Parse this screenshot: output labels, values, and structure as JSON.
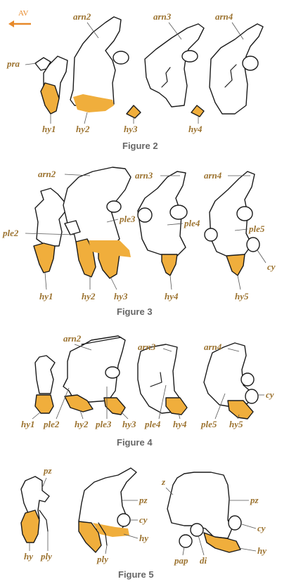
{
  "direction_label": "AV",
  "accent_color": "#f0ae3c",
  "label_color": "#9c7330",
  "figures": [
    {
      "caption": "Figure 2",
      "labels": {
        "pra": "pra",
        "arn2": "arn2",
        "arn3": "arn3",
        "arn4": "arn4",
        "hy1": "hy1",
        "hy2": "hy2",
        "hy3": "hy3",
        "hy4": "hy4"
      }
    },
    {
      "caption": "Figure 3",
      "labels": {
        "arn2": "arn2",
        "arn3": "arn3",
        "arn4": "arn4",
        "ple2": "ple2",
        "ple3": "ple3",
        "ple4": "ple4",
        "ple5": "ple5",
        "cy": "cy",
        "hy1": "hy1",
        "hy2": "hy2",
        "hy3": "hy3",
        "hy4": "hy4",
        "hy5": "hy5"
      }
    },
    {
      "caption": "Figure 4",
      "labels": {
        "arn2": "arn2",
        "arn3": "arn3",
        "arn4": "arn4",
        "cy": "cy",
        "hy1": "hy1",
        "ple2": "ple2",
        "hy2": "hy2",
        "ple3": "ple3",
        "hy3": "hy3",
        "ple4": "ple4",
        "hy4": "hy4",
        "ple5": "ple5",
        "hy5": "hy5"
      }
    },
    {
      "caption": "Figure 5",
      "labels": {
        "pz_a": "pz",
        "hy_a": "hy",
        "ply_a": "ply",
        "pz_b": "pz",
        "cy_b": "cy",
        "hy_b": "hy",
        "ply_b": "ply",
        "z": "z",
        "pz_c": "pz",
        "cy_c": "cy",
        "hy_c": "hy",
        "pap": "pap",
        "di": "di"
      }
    }
  ]
}
